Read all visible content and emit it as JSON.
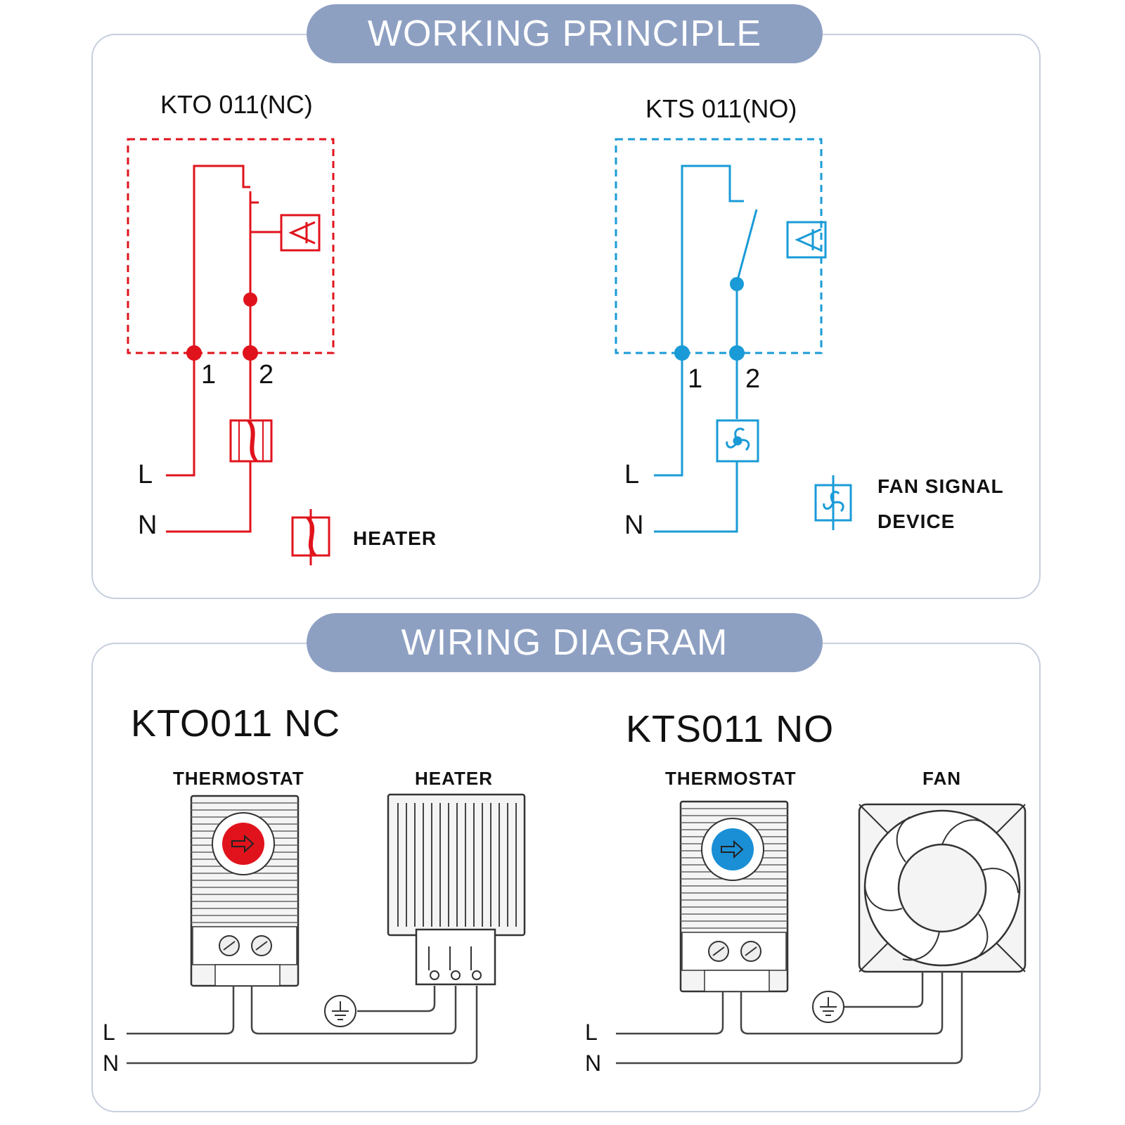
{
  "banners": {
    "top": "WORKING PRINCIPLE",
    "bottom": "WIRING DIAGRAM"
  },
  "working_principle": {
    "nc": {
      "model": "KTO 011(NC)",
      "terminal_1": "1",
      "terminal_2": "2",
      "line_l": "L",
      "line_n": "N",
      "legend_label": "HEATER",
      "color": "#e0131c"
    },
    "no": {
      "model": "KTS  011(NO)",
      "terminal_1": "1",
      "terminal_2": "2",
      "line_l": "L",
      "line_n": "N",
      "legend_label_line1": "FAN SIGNAL",
      "legend_label_line2": "DEVICE",
      "color": "#1a9bd7"
    }
  },
  "wiring_diagram": {
    "nc": {
      "model": "KTO011  NC",
      "thermostat_label": "THERMOSTAT",
      "device_label": "HEATER",
      "line_l": "L",
      "line_n": "N",
      "dial_color": "#e0131c"
    },
    "no": {
      "model": "KTS011  NO",
      "thermostat_label": "THERMOSTAT",
      "device_label": "FAN",
      "line_l": "L",
      "line_n": "N",
      "dial_color": "#1a8fd6"
    }
  },
  "icons": [
    "heater-icon",
    "fan-icon",
    "bimetal-sensor-icon",
    "ground-icon",
    "thermostat-device-icon",
    "heater-device-icon",
    "fan-device-icon"
  ]
}
